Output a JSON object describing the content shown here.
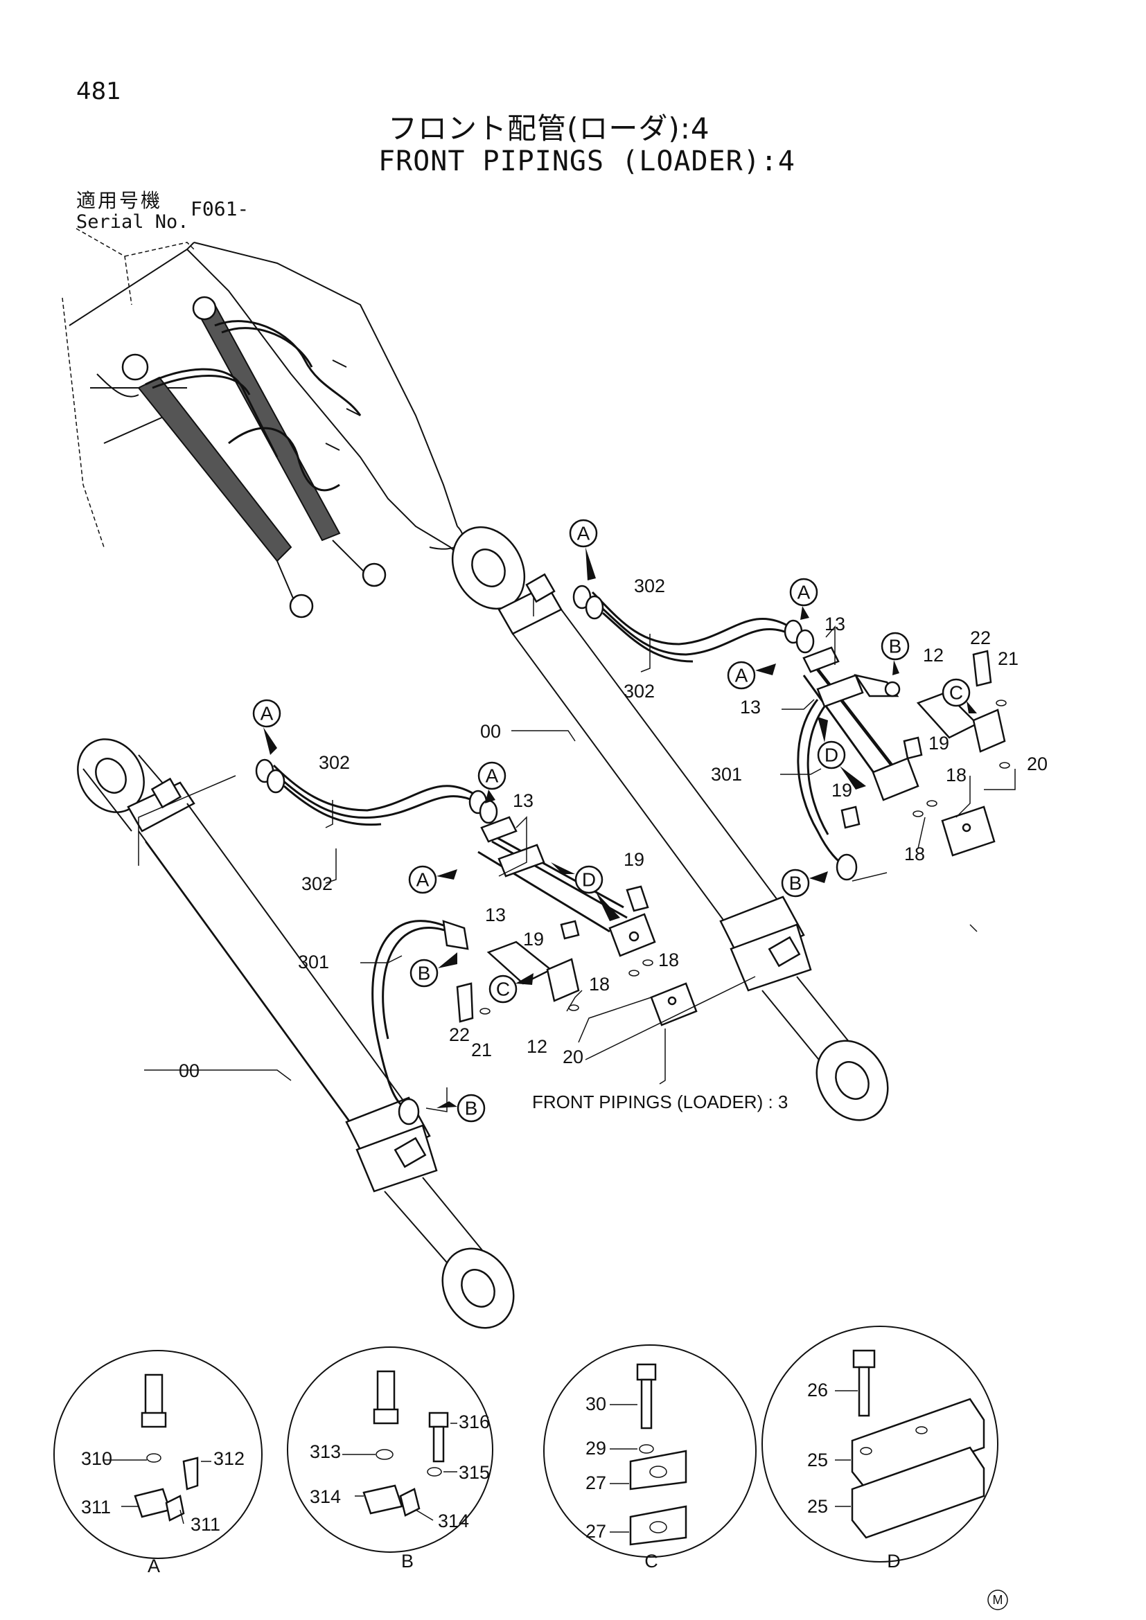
{
  "header": {
    "page_number": "481",
    "title_jp": "フロント配管(ローダ):4",
    "title_en": "FRONT PIPINGS (LOADER):4",
    "serial_label_jp": "適用号機",
    "serial_label_en": "Serial No.",
    "serial_value": "F061-"
  },
  "callouts": {
    "c00": "00",
    "c12": "12",
    "c13": "13",
    "c18": "18",
    "c19": "19",
    "c20": "20",
    "c21": "21",
    "c22": "22",
    "c25": "25",
    "c26": "26",
    "c27": "27",
    "c29": "29",
    "c30": "30",
    "c301": "301",
    "c302": "302",
    "c310": "310",
    "c311": "311",
    "c312": "312",
    "c313": "313",
    "c314": "314",
    "c315": "315",
    "c316": "316"
  },
  "detail_letters": {
    "a": "A",
    "b": "B",
    "c": "C",
    "d": "D"
  },
  "reference_note": "FRONT PIPINGS (LOADER) : 3",
  "mark": "M"
}
